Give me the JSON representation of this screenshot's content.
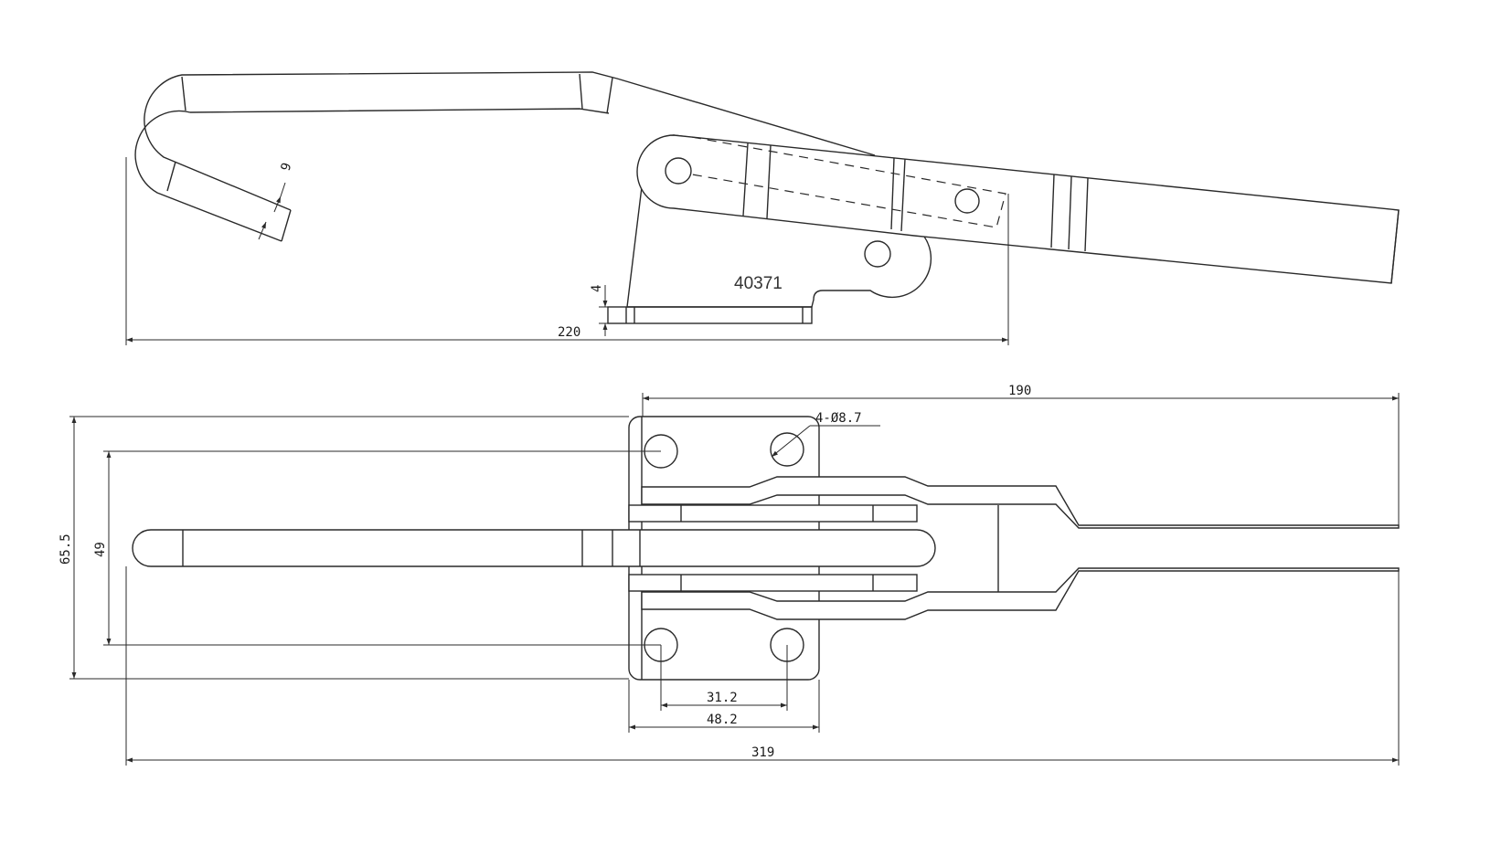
{
  "part_number": "40371",
  "dimensions": {
    "side_overall_length": "220",
    "wire_diameter": "9",
    "base_thickness": "4",
    "top_span": "190",
    "hole_spec": "4-Ø8.7",
    "overall_width": "65.5",
    "hole_spacing_vertical": "49",
    "hole_spacing_inner": "31.2",
    "base_width": "48.2",
    "overall_length": "319"
  }
}
